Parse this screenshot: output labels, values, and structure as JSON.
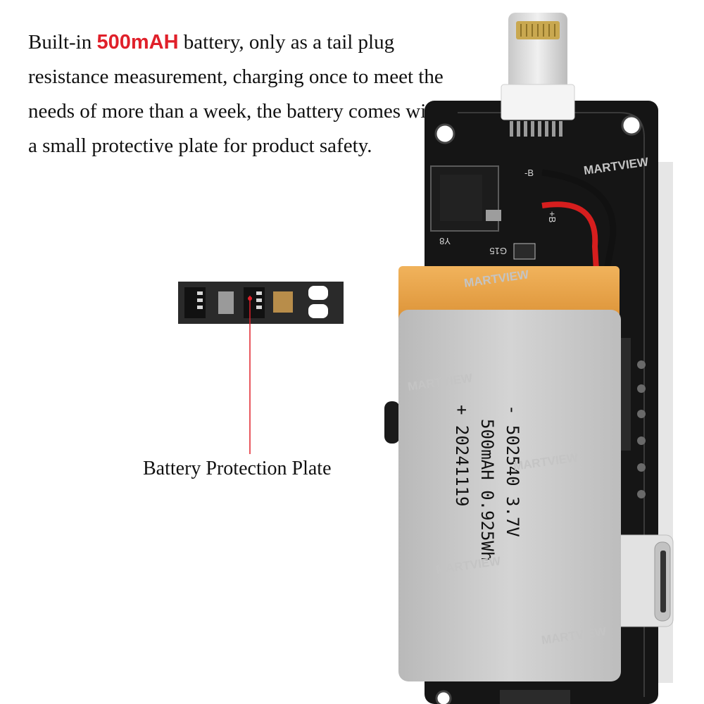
{
  "intro": {
    "prefix": "Built-in ",
    "highlight": "500mAH",
    "suffix": " battery, only as a tail plug resistance measurement, charging once to meet the needs of more than a week, the battery comes with a small protective plate for product safety."
  },
  "callout": {
    "label": "Battery Protection Plate"
  },
  "battery": {
    "line1": "- 502540   3.7V",
    "line2": "500mAH 0.925Wh",
    "line3": "+ 20241119"
  },
  "pcb_silkscreen": {
    "b_minus": "-B",
    "b_plus": "+B",
    "y8": "Y8",
    "g15": "G15"
  },
  "watermark": {
    "text": "MARTVIEW"
  },
  "colors": {
    "highlight": "#e0202a",
    "callout_line": "#e0202a",
    "pcb": "#151515",
    "battery_shell": "#c9c9c9",
    "tape": "#e8a24a"
  }
}
